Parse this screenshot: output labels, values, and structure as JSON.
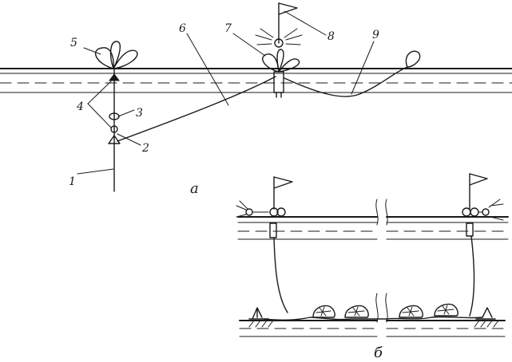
{
  "labels": {
    "n1": "1",
    "n2": "2",
    "n3": "3",
    "n4": "4",
    "n5": "5",
    "n6": "6",
    "n7": "7",
    "n8": "8",
    "n9": "9"
  },
  "subfigures": {
    "a": "а",
    "b": "б"
  },
  "colors": {
    "ink": "#1a1a1a",
    "paper": "#ffffff"
  }
}
